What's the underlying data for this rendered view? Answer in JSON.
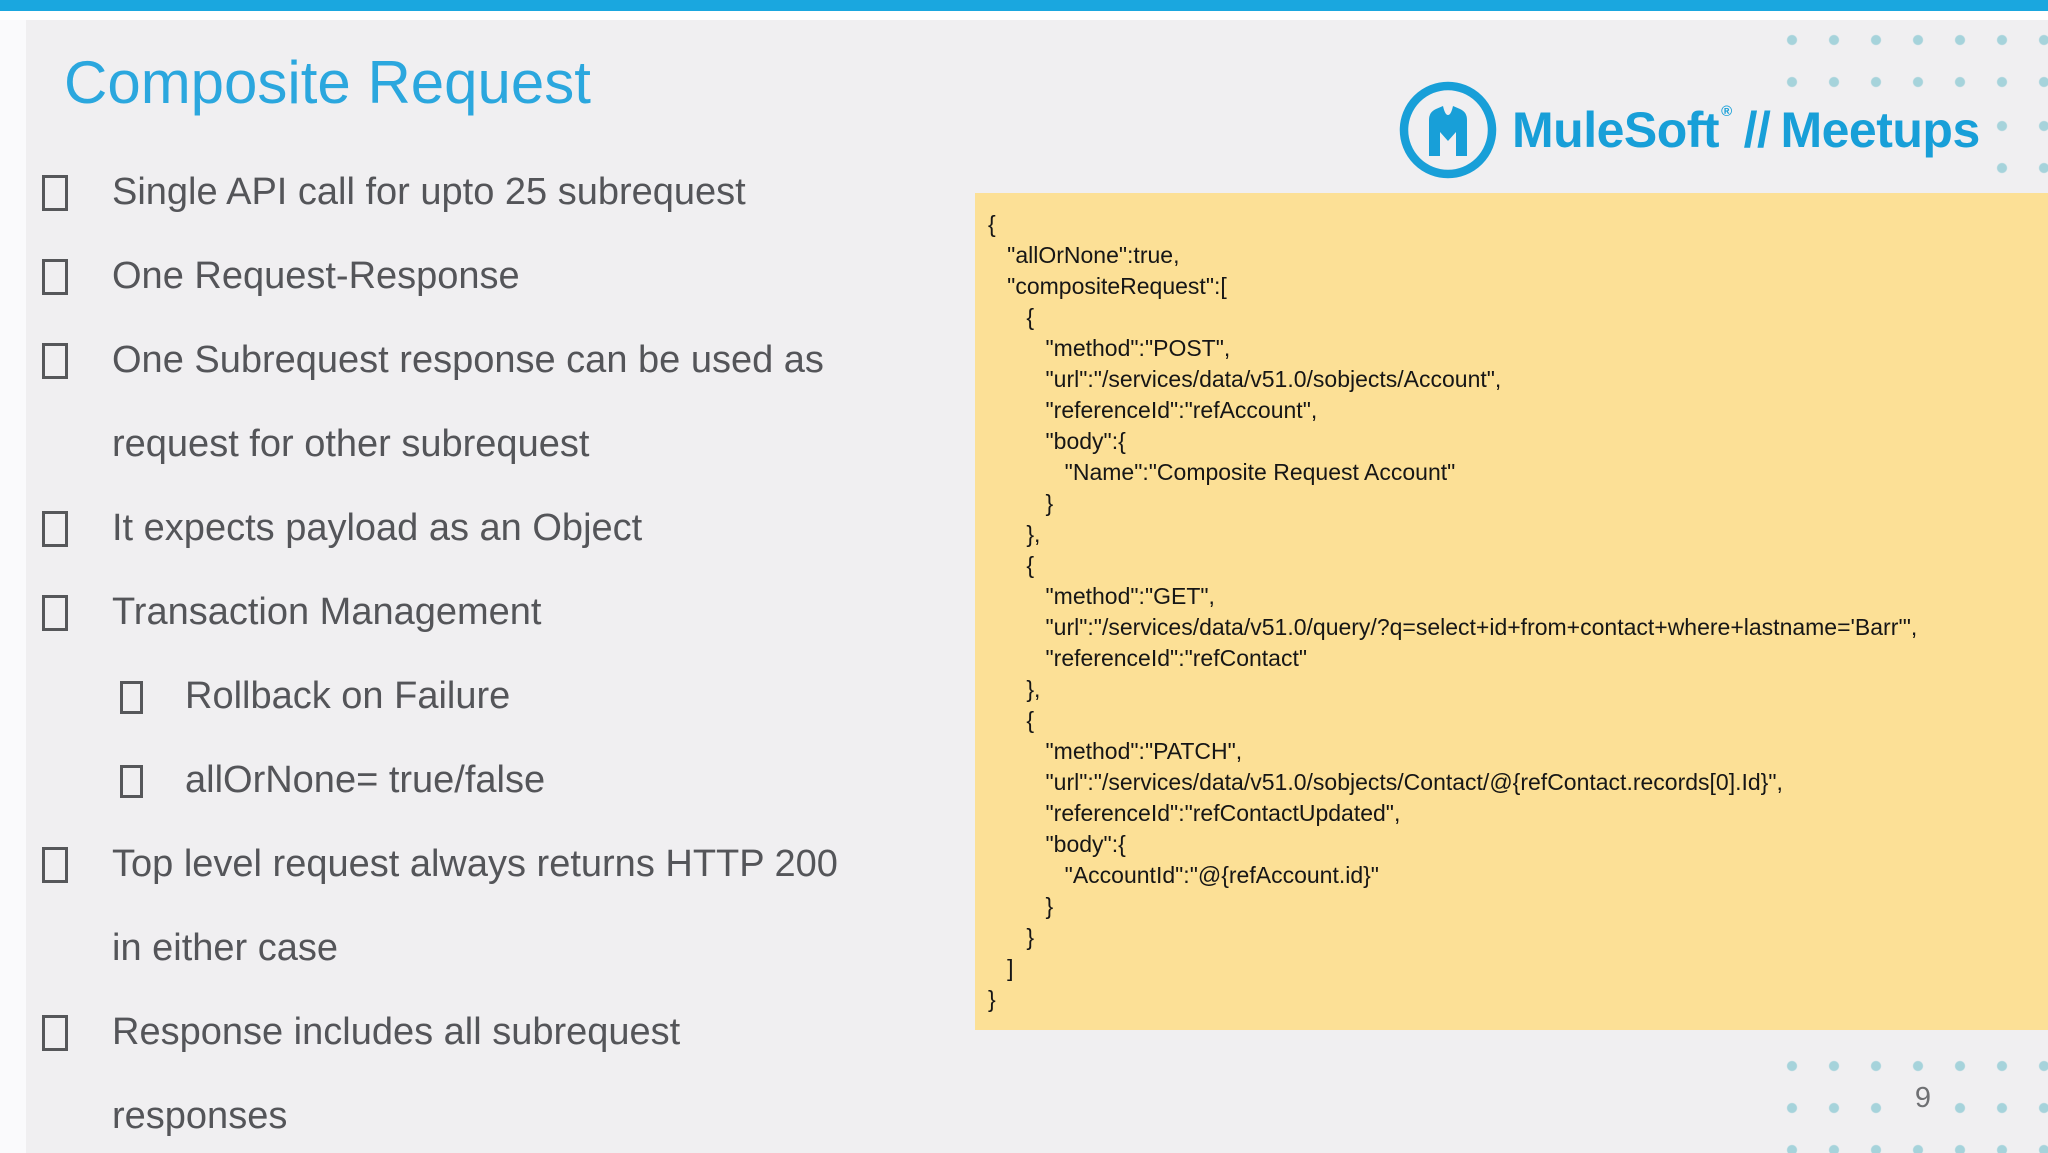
{
  "slide": {
    "title": "Composite Request",
    "page_number": "9"
  },
  "logo": {
    "icon": "mulesoft-m-icon",
    "brand": "MuleSoft",
    "registered_mark": "®",
    "separator": "//",
    "suffix": "Meetups",
    "brand_color": "#189FD8"
  },
  "bullets": {
    "glyph": "missing-glyph-box-bullet",
    "items": [
      {
        "level": 1,
        "text": "Single API call for upto 25 subrequest"
      },
      {
        "level": 1,
        "text": "One Request-Response"
      },
      {
        "level": 1,
        "text": "One Subrequest response can be used as\nrequest for other subrequest"
      },
      {
        "level": 1,
        "text": "It expects payload as an Object"
      },
      {
        "level": 1,
        "text": "Transaction Management"
      },
      {
        "level": 2,
        "text": "Rollback on Failure"
      },
      {
        "level": 2,
        "text": "allOrNone= true/false"
      },
      {
        "level": 1,
        "text": "Top level request always returns HTTP 200\nin either case"
      },
      {
        "level": 1,
        "text": "Response includes all subrequest\nresponses"
      }
    ]
  },
  "code": {
    "text": "{\n   \"allOrNone\":true,\n   \"compositeRequest\":[\n      {\n         \"method\":\"POST\",\n         \"url\":\"/services/data/v51.0/sobjects/Account\",\n         \"referenceId\":\"refAccount\",\n         \"body\":{\n            \"Name\":\"Composite Request Account\"\n         }\n      },\n      {\n         \"method\":\"GET\",\n         \"url\":\"/services/data/v51.0/query/?q=select+id+from+contact+where+lastname='Barr'\",\n         \"referenceId\":\"refContact\"\n      },\n      {\n         \"method\":\"PATCH\",\n         \"url\":\"/services/data/v51.0/sobjects/Contact/@{refContact.records[0].Id}\",\n         \"referenceId\":\"refContactUpdated\",\n         \"body\":{\n            \"AccountId\":\"@{refAccount.id}\"\n         }\n      }\n   ]\n}"
  },
  "colors": {
    "accent_bar": "#1AA7DF",
    "title": "#2BA7DE",
    "code_background": "#FCE096",
    "body_text": "#545559",
    "dot_pattern": "#A6D3DB",
    "background": "#F0EFF1"
  }
}
